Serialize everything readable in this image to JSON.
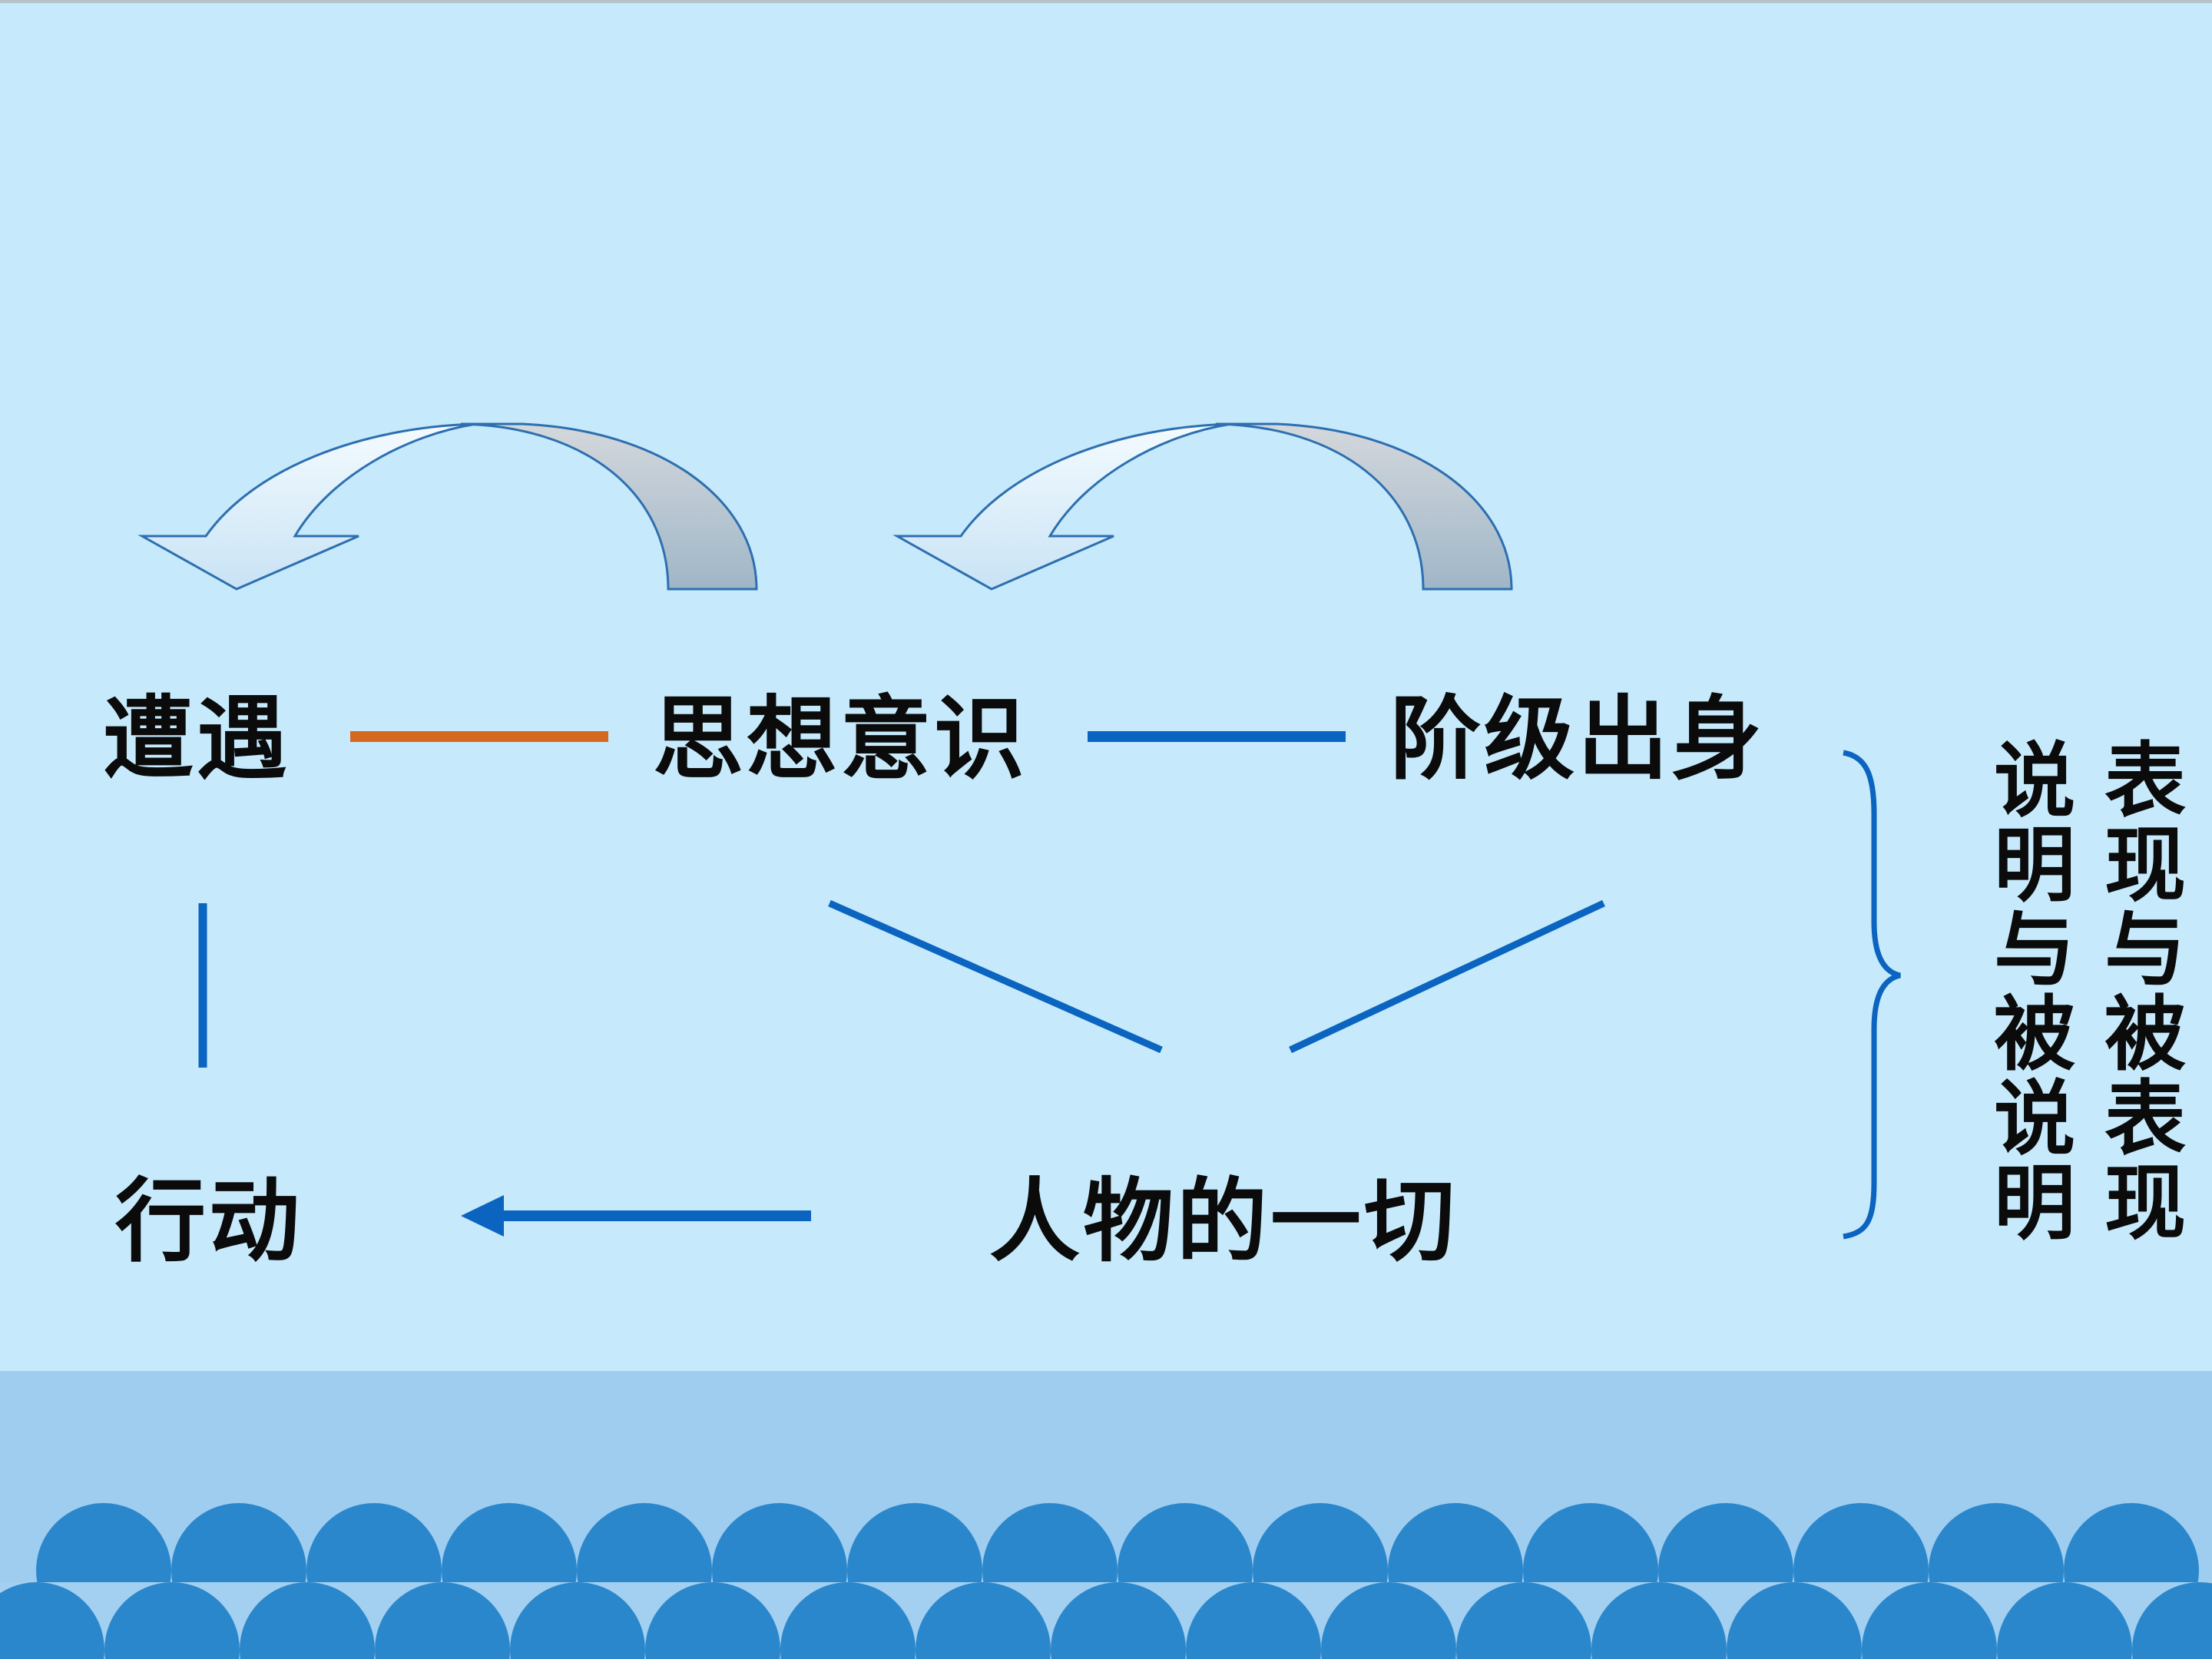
{
  "diagram": {
    "nodes": {
      "encounter": "遭遇",
      "ideology": "思想意识",
      "class_origin": "阶级出身",
      "action": "行动",
      "everything": "人物的一切"
    },
    "side_text": {
      "column_right": "表现与被表现",
      "column_left": "说明与被说明"
    }
  },
  "colors": {
    "background_light": "#c6e9fb",
    "footer_band": "#9fcdf0",
    "wave": "#2b87cc",
    "line_blue": "#0a64c0",
    "line_orange": "#d2691e",
    "text": "#0b0b0b"
  }
}
